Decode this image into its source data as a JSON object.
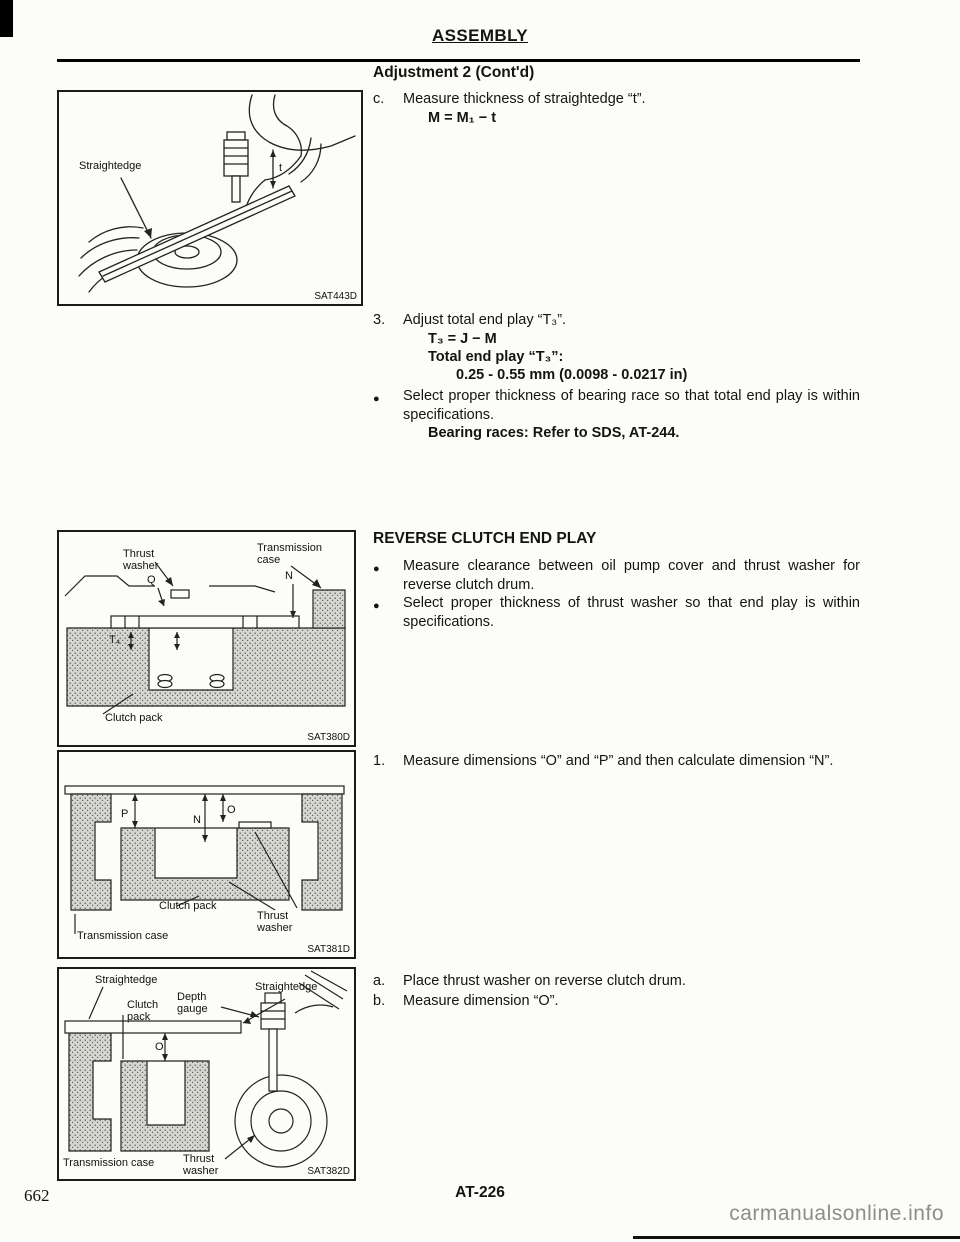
{
  "page": {
    "header": "ASSEMBLY",
    "subheader": "Adjustment 2 (Cont'd)",
    "page_number": "662",
    "doc_code": "AT-226",
    "watermark": "carmanualsonline.info"
  },
  "content": {
    "bullet_char": "●",
    "step_c": {
      "marker": "c.",
      "text": "Measure thickness of straightedge “t”."
    },
    "formula_m": "M = M₁ − t",
    "step_3": {
      "marker": "3.",
      "text": "Adjust total end play “T₃”."
    },
    "formula_t3": "T₃ = J − M",
    "total_end_play_label": "Total end play “T₃”:",
    "total_end_play_value": "0.25 - 0.55 mm (0.0098 - 0.0217 in)",
    "bullet_bearing_race": "Select proper thickness of bearing race so that total end play is within specifications.",
    "bearing_races_note": "Bearing races: Refer to SDS, AT-244.",
    "section_title": "REVERSE CLUTCH END PLAY",
    "bullet_measure_clearance": "Measure clearance between oil pump cover and thrust washer for reverse clutch drum.",
    "bullet_select_thrust": "Select proper thickness of thrust washer so that end play is within specifications.",
    "step_1": {
      "marker": "1.",
      "text": "Measure dimensions “O” and “P” and then calculate dimension “N”."
    },
    "step_a": {
      "marker": "a.",
      "text": "Place thrust washer on reverse clutch drum."
    },
    "step_b": {
      "marker": "b.",
      "text": "Measure dimension “O”."
    }
  },
  "figures": [
    {
      "code": "SAT443D",
      "labels": {
        "straightedge": "Straightedge",
        "t_dim": "t"
      }
    },
    {
      "code": "SAT380D",
      "labels": {
        "thrust_washer": "Thrust washer",
        "transmission_case": "Transmission case",
        "n_dim": "N",
        "q_dim": "Q",
        "t4_dim": "T₄",
        "clutch_pack": "Clutch pack"
      }
    },
    {
      "code": "SAT381D",
      "labels": {
        "p_dim": "P",
        "n_dim": "N",
        "o_dim": "O",
        "clutch_pack": "Clutch pack",
        "thrust_washer": "Thrust washer",
        "transmission_case": "Transmission case"
      }
    },
    {
      "code": "SAT382D",
      "labels": {
        "straightedge_left": "Straightedge",
        "clutch_pack": "Clutch pack",
        "depth_gauge": "Depth gauge",
        "straightedge_right": "Straightedge",
        "o_dim": "O",
        "transmission_case": "Transmission case",
        "thrust_washer": "Thrust washer"
      }
    }
  ]
}
